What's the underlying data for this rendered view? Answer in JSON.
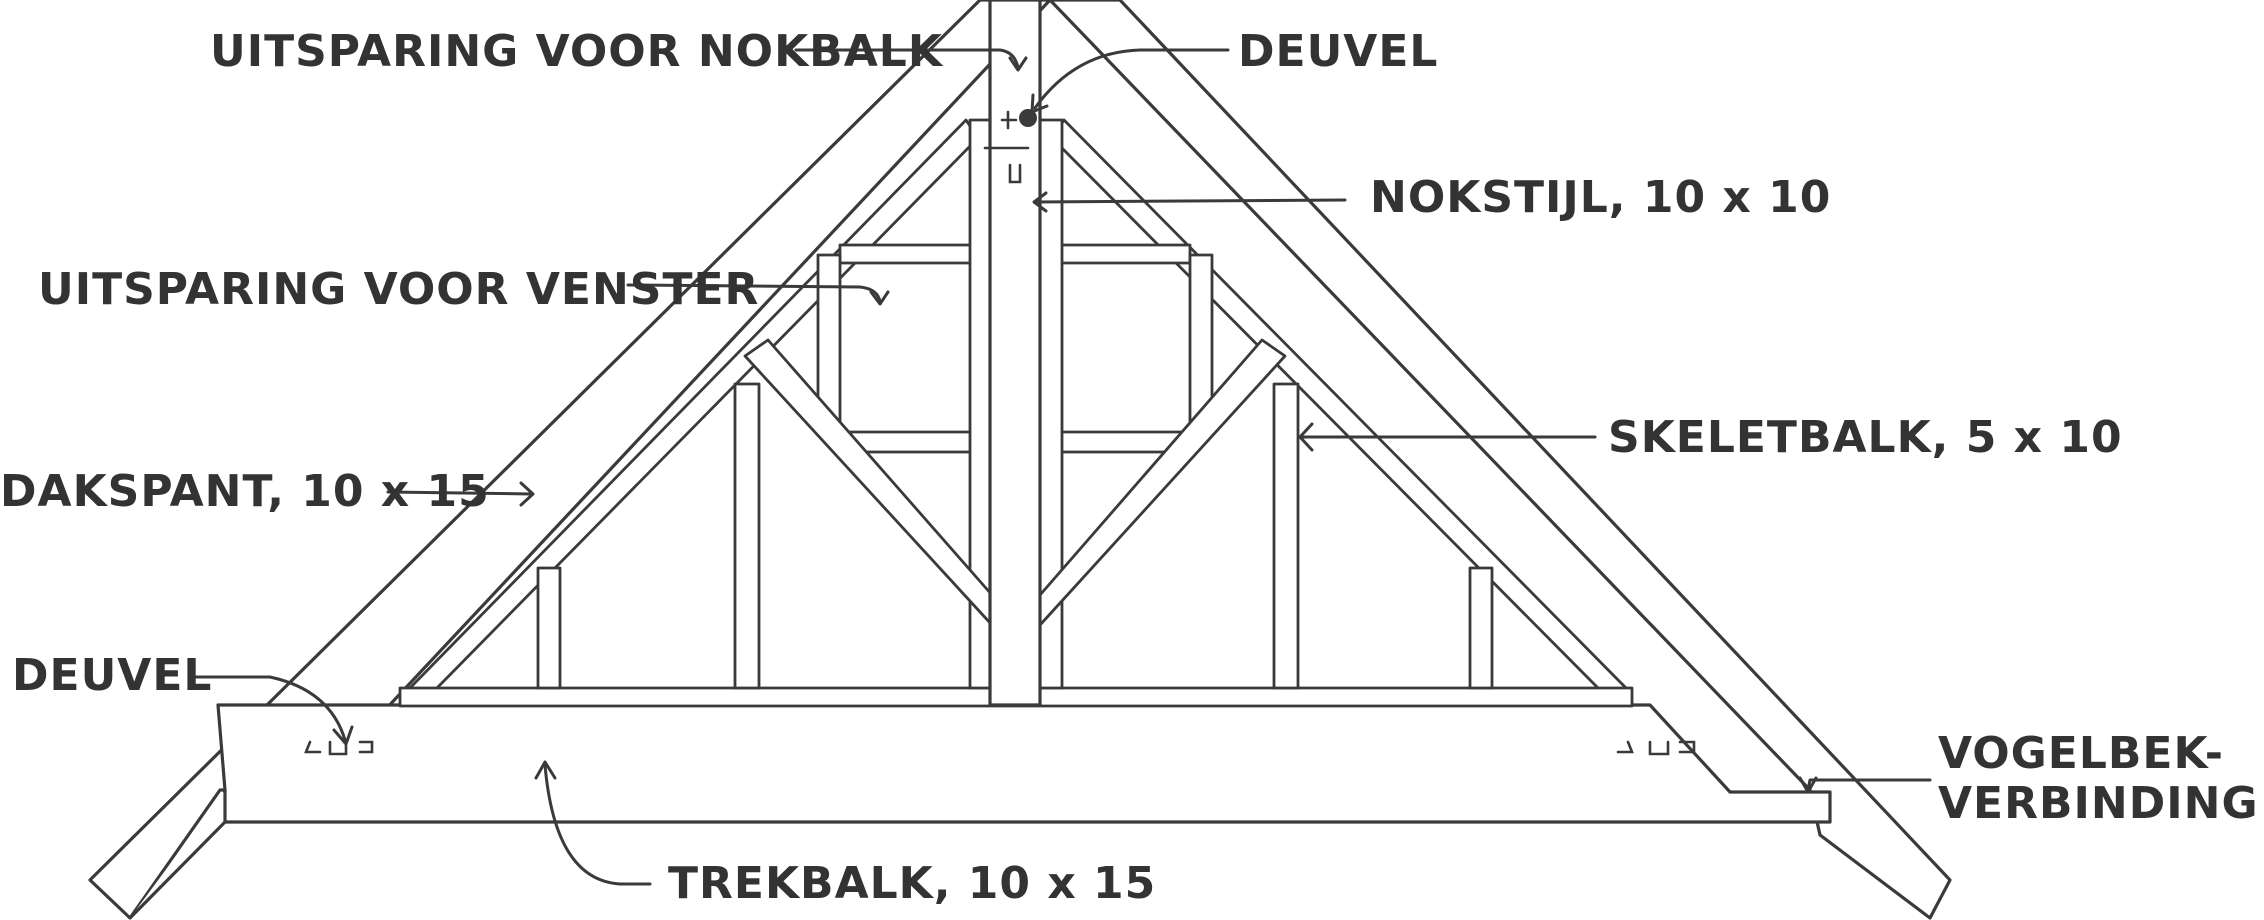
{
  "labels": {
    "uitsparing_nokbalk": "UITSPARING VOOR NOKBALK",
    "deuvel_top": "DEUVEL",
    "nokstijl": "NOKSTIJL, 10 x 10",
    "uitsparing_venster": "UITSPARING VOOR VENSTER",
    "skeletbalk": "SKELETBALK, 5 x 10",
    "dakspant": "DAKSPANT, 10 x 15",
    "deuvel_left": "DEUVEL",
    "vogelbek_line1": "VOGELBEK-",
    "vogelbek_line2": "VERBINDING",
    "trekbalk": "TREKBALK, 10 x 15"
  },
  "colors": {
    "ink": "#3a3a3a",
    "background": "#ffffff"
  }
}
